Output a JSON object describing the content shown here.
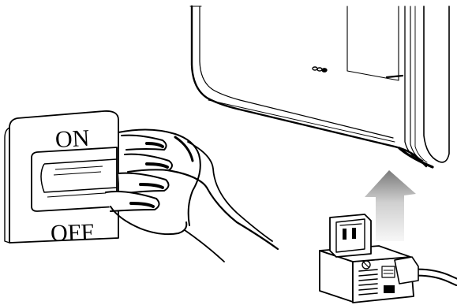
{
  "switch": {
    "on_label": "ON",
    "off_label": "OFF"
  },
  "colors": {
    "line": "#000000",
    "arrow_light": "#f2f2f2",
    "arrow_mid": "#c8c8c8",
    "arrow_dark": "#7a7a7a",
    "background": "#ffffff"
  },
  "icons": {
    "device": "appliance-underside",
    "hand": "hand-pressing-switch",
    "plug": "power-plug",
    "arrow": "up-arrow"
  }
}
